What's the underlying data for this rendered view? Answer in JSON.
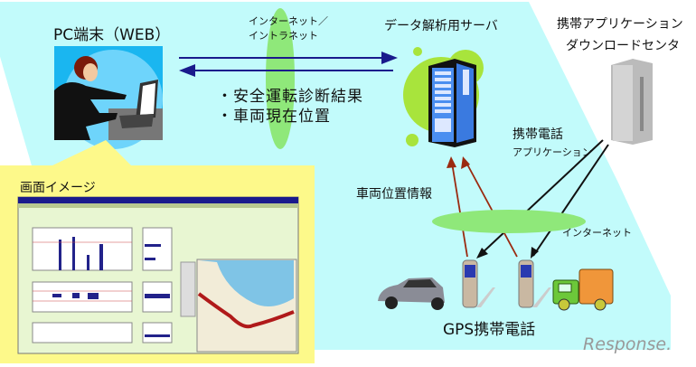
{
  "pc_terminal": {
    "label": "PC端末（WEB）"
  },
  "network_top": {
    "line1": "インターネット／",
    "line2": "イントラネット"
  },
  "results": {
    "item1": "・安全運転診断結果",
    "item2": "・車両現在位置"
  },
  "analysis_server": {
    "label": "データ解析用サーバ"
  },
  "download_center": {
    "line1": "携帯アプリケーション",
    "line2": "ダウンロードセンタ"
  },
  "mobile_app": {
    "line1": "携帯電話",
    "line2": "アプリケーション"
  },
  "vehicle_position": {
    "label": "車両位置情報"
  },
  "network_bottom": {
    "label": "インターネット"
  },
  "gps_phone": {
    "label": "GPS携帯電話"
  },
  "screen_image": {
    "title": "画面イメージ"
  },
  "watermark": {
    "text": "Response."
  },
  "colors": {
    "background": "#c2fbfb",
    "callout": "#fdf98a",
    "ellipse": "#8fe87a",
    "arrow_blue": "#1a1a8c",
    "arrow_red": "#9a2a10"
  }
}
